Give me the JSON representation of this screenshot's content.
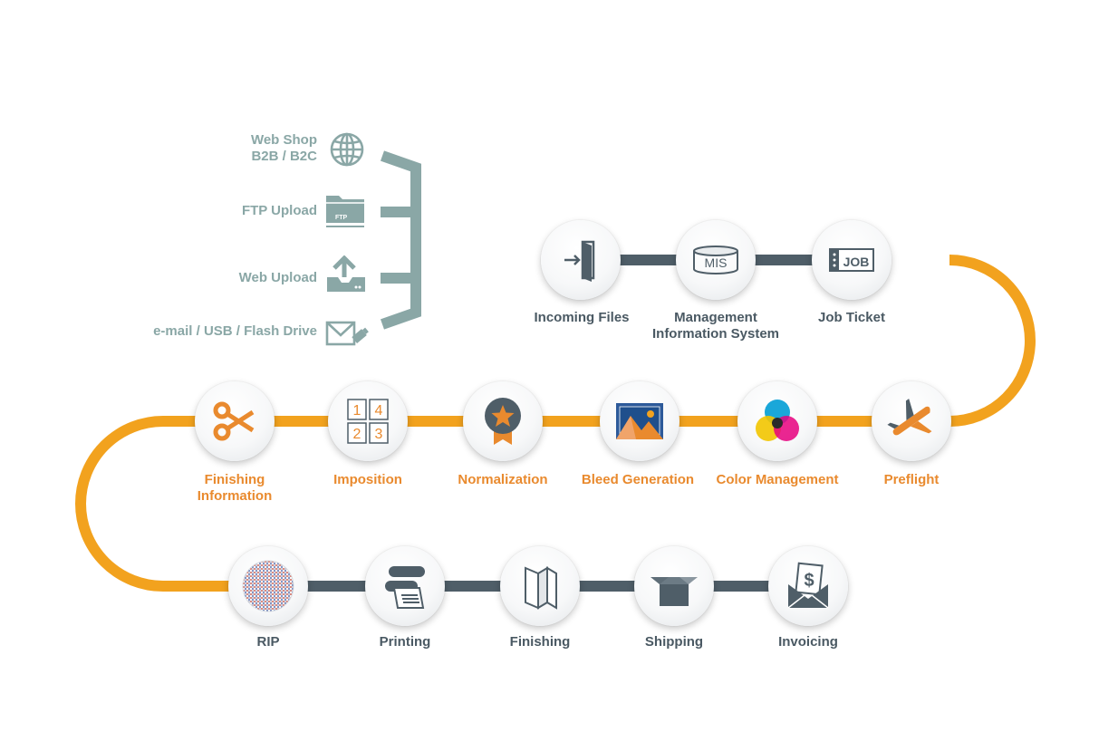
{
  "colors": {
    "teal": "#8aa7a6",
    "slate": "#4f5e68",
    "orange": "#f2a21e",
    "label_dark": "#4a5963",
    "label_orange": "#e98a2e"
  },
  "sources": [
    {
      "line1": "Web Shop",
      "line2": "B2B / B2C",
      "icon": "globe-icon"
    },
    {
      "line1": "FTP Upload",
      "line2": "",
      "icon": "ftp-folder-icon",
      "icon_text": "FTP"
    },
    {
      "line1": "Web Upload",
      "line2": "",
      "icon": "upload-tray-icon"
    },
    {
      "line1": "e-mail / USB / Flash Drive",
      "line2": "",
      "icon": "mail-usb-icon"
    }
  ],
  "row1": [
    {
      "label": "Incoming Files",
      "label2": "",
      "icon": "door-enter-icon"
    },
    {
      "label": "Management",
      "label2": "Information System",
      "icon": "mis-database-icon",
      "icon_text": "MIS"
    },
    {
      "label": "Job Ticket",
      "label2": "",
      "icon": "job-ticket-icon",
      "icon_text": "JOB"
    }
  ],
  "row2": [
    {
      "label": "Finishing",
      "label2": "Information",
      "icon": "scissors-icon"
    },
    {
      "label": "Imposition",
      "label2": "",
      "icon": "imposition-grid-icon",
      "icon_text": [
        "1",
        "4",
        "2",
        "3"
      ]
    },
    {
      "label": "Normalization",
      "label2": "",
      "icon": "star-badge-icon"
    },
    {
      "label": "Bleed Generation",
      "label2": "",
      "icon": "bleed-image-icon"
    },
    {
      "label": "Color Management",
      "label2": "",
      "icon": "color-circles-icon"
    },
    {
      "label": "Preflight",
      "label2": "",
      "icon": "airplane-icon"
    }
  ],
  "row3": [
    {
      "label": "RIP",
      "label2": "",
      "icon": "halftone-dots-icon"
    },
    {
      "label": "Printing",
      "label2": "",
      "icon": "printing-rollers-icon"
    },
    {
      "label": "Finishing",
      "label2": "",
      "icon": "folded-paper-icon"
    },
    {
      "label": "Shipping",
      "label2": "",
      "icon": "open-box-icon"
    },
    {
      "label": "Invoicing",
      "label2": "",
      "icon": "invoice-envelope-icon",
      "icon_text": "$"
    }
  ]
}
